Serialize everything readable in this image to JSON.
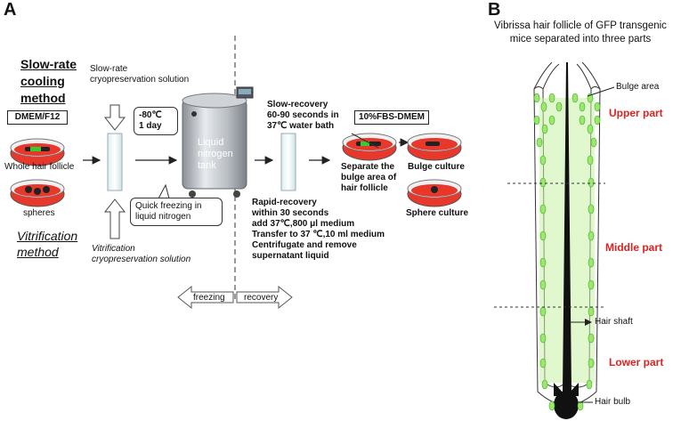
{
  "panel_a": {
    "letter": "A",
    "slow_rate_title_1": "Slow-rate",
    "slow_rate_title_2": "cooling",
    "slow_rate_title_3": "method",
    "vitrification_title_1": "Vitrification",
    "vitrification_title_2": "method",
    "medium_box": "DMEM/F12",
    "whole_follicle": "Whole hair follicle",
    "spheres": "spheres",
    "slow_solution_1": "Slow-rate",
    "slow_solution_2": "cryopreservation solution",
    "vit_solution_1": "Vitrification",
    "vit_solution_2": "cryopreservation solution",
    "temp_1": "-80℃",
    "temp_2": "1 day",
    "quick_freeze_1": "Quick freezing in",
    "quick_freeze_2": "liquid nitrogen",
    "tank_1": "Liquid",
    "tank_2": "nitrogen",
    "tank_3": "tank",
    "slow_recovery_1": "Slow-recovery",
    "slow_recovery_2": "60-90 seconds in",
    "slow_recovery_3": "37℃ water bath",
    "rapid_recovery_1": "Rapid-recovery",
    "rapid_recovery_2": "within 30 seconds",
    "rapid_recovery_3": "add 37℃,800 μl medium",
    "rapid_recovery_4": "Transfer to 37 ℃,10 ml medium",
    "rapid_recovery_5": "Centrifugate and remove",
    "rapid_recovery_6": "supernatant liquid",
    "fbs_box": "10%FBS-DMEM",
    "separate_1": "Separate the",
    "separate_2": "bulge area of",
    "separate_3": "hair follicle",
    "bulge_culture": "Bulge culture",
    "sphere_culture": "Sphere culture",
    "freezing": "freezing",
    "recovery": "recovery"
  },
  "panel_b": {
    "letter": "B",
    "title_1": "Vibrissa hair follicle of GFP transgenic",
    "title_2": "mice separated into three parts",
    "bulge_area": "Bulge area",
    "upper_part": "Upper part",
    "middle_part": "Middle part",
    "lower_part": "Lower part",
    "hair_shaft": "Hair shaft",
    "hair_bulb": "Hair bulb"
  },
  "colors": {
    "red_label": "#dd2222",
    "gfp_green": "#9be86a",
    "dish_red": "#e8372b"
  }
}
